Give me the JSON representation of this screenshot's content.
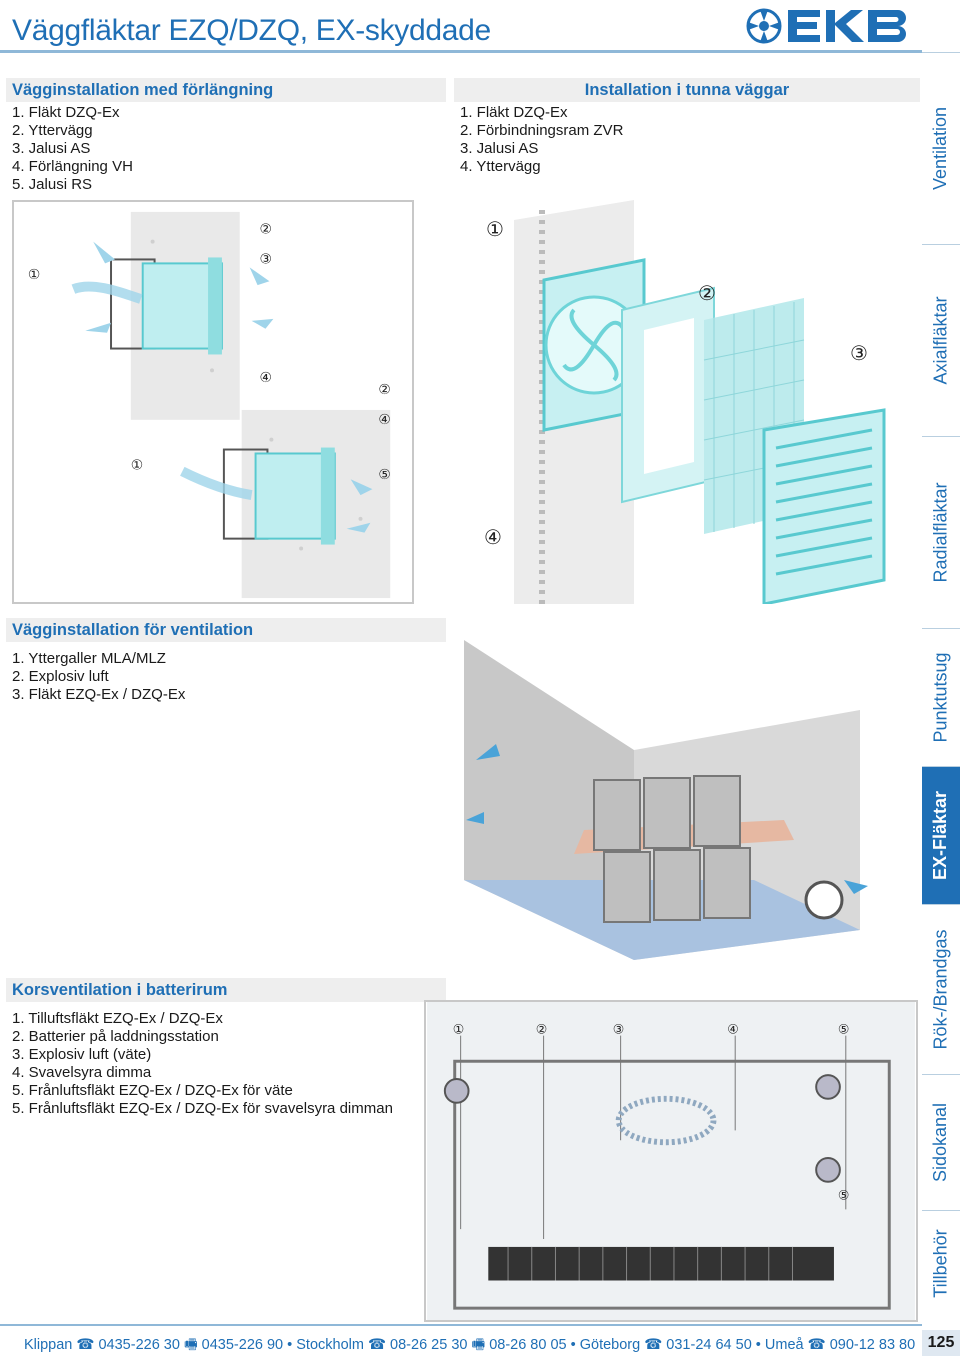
{
  "page": {
    "title": "Väggfläktar EZQ/DZQ, EX-skyddade",
    "page_number": "125"
  },
  "brand": {
    "logo_text": "EKB",
    "color": "#1f6fb5"
  },
  "sections": {
    "wall_extension": {
      "heading": "Vägginstallation med förlängning",
      "items": [
        "1. Fläkt DZQ-Ex",
        "2. Yttervägg",
        "3. Jalusi AS",
        "4. Förlängning VH",
        "5. Jalusi RS"
      ]
    },
    "thin_walls": {
      "heading": "Installation i tunna väggar",
      "items": [
        "1. Fläkt DZQ-Ex",
        "2. Förbindningsram ZVR",
        "3. Jalusi AS",
        "4. Yttervägg"
      ]
    },
    "wall_ventilation": {
      "heading": "Vägginstallation för ventilation",
      "items": [
        "1. Yttergaller MLA/MLZ",
        "2. Explosiv luft",
        "3. Fläkt EZQ-Ex / DZQ-Ex"
      ]
    },
    "battery_room": {
      "heading": "Korsventilation i batterirum",
      "items": [
        "1. Tilluftsfläkt EZQ-Ex / DZQ-Ex",
        "2. Batterier på laddningsstation",
        "3. Explosiv luft (väte)",
        "4. Svavelsyra dimma",
        "5. Frånluftsfläkt EZQ-Ex / DZQ-Ex för väte",
        "5. Frånluftsfläkt EZQ-Ex / DZQ-Ex för svavelsyra dimman"
      ]
    }
  },
  "callouts": {
    "c1": "①",
    "c2": "②",
    "c3": "③",
    "c4": "④",
    "c5": "⑤"
  },
  "sidebar": {
    "tabs": [
      "Ventilation",
      "Axialfläktar",
      "Radialfläktar",
      "Punktutsug",
      "EX-Fläktar",
      "Rök-/Brandgas",
      "Sidokanal",
      "Tillbehör"
    ],
    "active": "EX-Fläktar"
  },
  "footer": {
    "contacts": "Klippan ☎ 0435-226 30 🖷 0435-226 90 • Stockholm ☎ 08-26 25 30 🖷 08-26 80 05 • Göteborg ☎ 031-24 64 50 • Umeå ☎ 090-12 83 80"
  },
  "icons": [
    "fan-logo-icon",
    "phone-icon",
    "fax-icon"
  ]
}
